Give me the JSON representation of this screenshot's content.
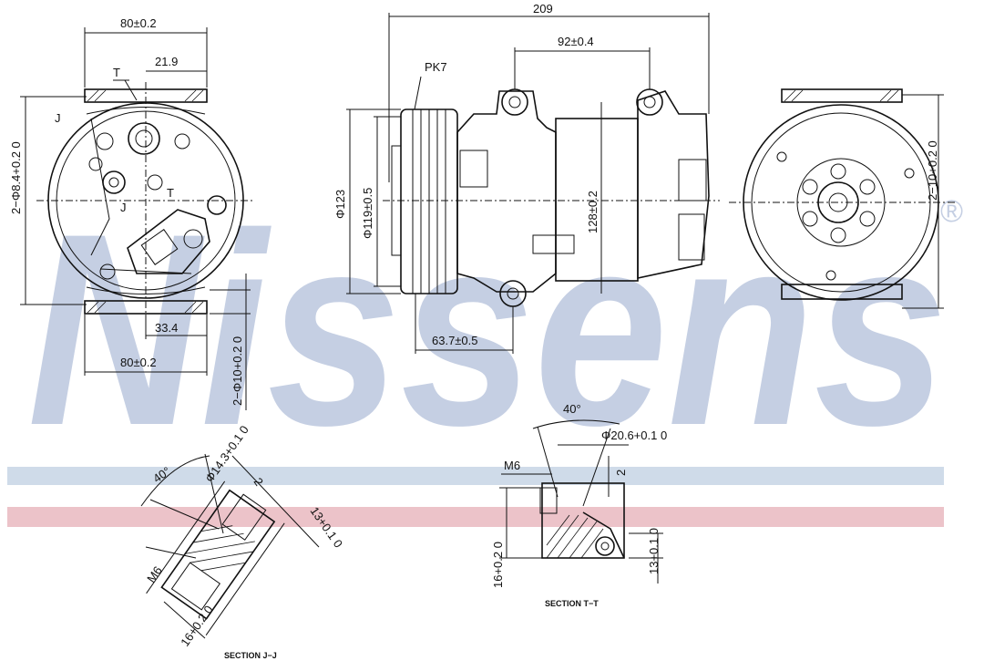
{
  "watermark": {
    "brand": "Nissens",
    "registered_mark": "®",
    "color": "#c5cfe3"
  },
  "stripes": {
    "blue": "#cfdbe9",
    "red": "#ecc3c9"
  },
  "front_view": {
    "dim_top_width": "80±0.2",
    "dim_offset_top": "21.9",
    "dim_bottom_offset": "33.4",
    "dim_bottom_width": "80±0.2",
    "dim_left_holes": "2−Φ8.4+0.2 0",
    "dim_right_holes": "2−Φ10+0.2 0",
    "marker_t": "T",
    "marker_j": "J"
  },
  "side_view": {
    "dim_overall_length": "209",
    "dim_mount_spacing": "92±0.4",
    "pulley_label": "PK7",
    "dim_pulley_outer": "Φ123",
    "dim_pulley_inner": "Φ119±0.5",
    "dim_mount_height": "128±0.2",
    "dim_pulley_offset": "63.7±0.5"
  },
  "rear_view": {
    "dim_holes": "2−10+0.2 0"
  },
  "section_j": {
    "angle": "40°",
    "dim_bore": "Φ14.3+0.1 0",
    "dim_depth": "2",
    "dim_height": "13+0.1 0",
    "thread": "M6",
    "dim_length": "16+0.2 0",
    "caption": "SECTION J−J"
  },
  "section_t": {
    "angle": "40°",
    "dim_bore": "Φ20.6+0.1 0",
    "thread": "M6",
    "dim_depth": "2",
    "dim_length": "16+0.2 0",
    "dim_height": "13+0.1 0",
    "caption": "SECTION T−T"
  }
}
